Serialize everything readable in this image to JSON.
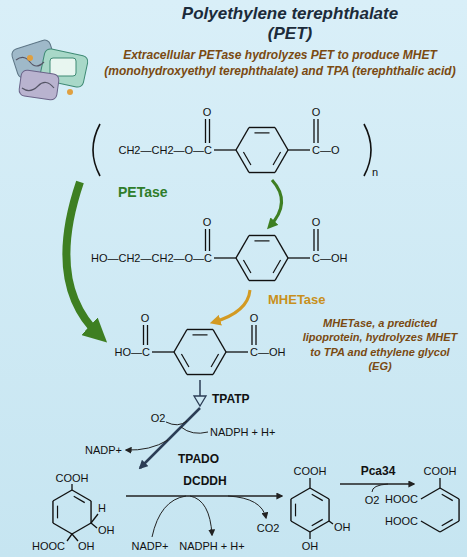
{
  "diagram": {
    "title": "Polyethylene terephthalate (PET)",
    "labels": [
      "Extracellular PETase hydrolyzes PET to produce MHET (monohydroxyethyl terephthalate) and TPA (terephthalic acid)",
      "O",
      "O",
      "CH2—CH2—O—C",
      "C—O",
      "n",
      "PETase",
      "O",
      "O",
      "HO—CH2—CH2—O—C",
      "C—OH",
      "MHETase",
      "MHETase, a predicted lipoprotein, hydrolyzes MHET to TPA and ethylene glycol (EG)",
      "O",
      "O",
      "HO—C",
      "C—OH",
      "TPATP",
      "O2",
      "NADPH + H+",
      "NADP+",
      "TPADO",
      "COOH",
      "H",
      "OH",
      "DCDDH",
      "HOOC",
      "OH",
      "NADP+",
      "NADPH + H+",
      "CO2",
      "COOH",
      "Pca34",
      "OH",
      "OH",
      "O2",
      "COOH",
      "HOOC",
      "HOOC"
    ]
  }
}
